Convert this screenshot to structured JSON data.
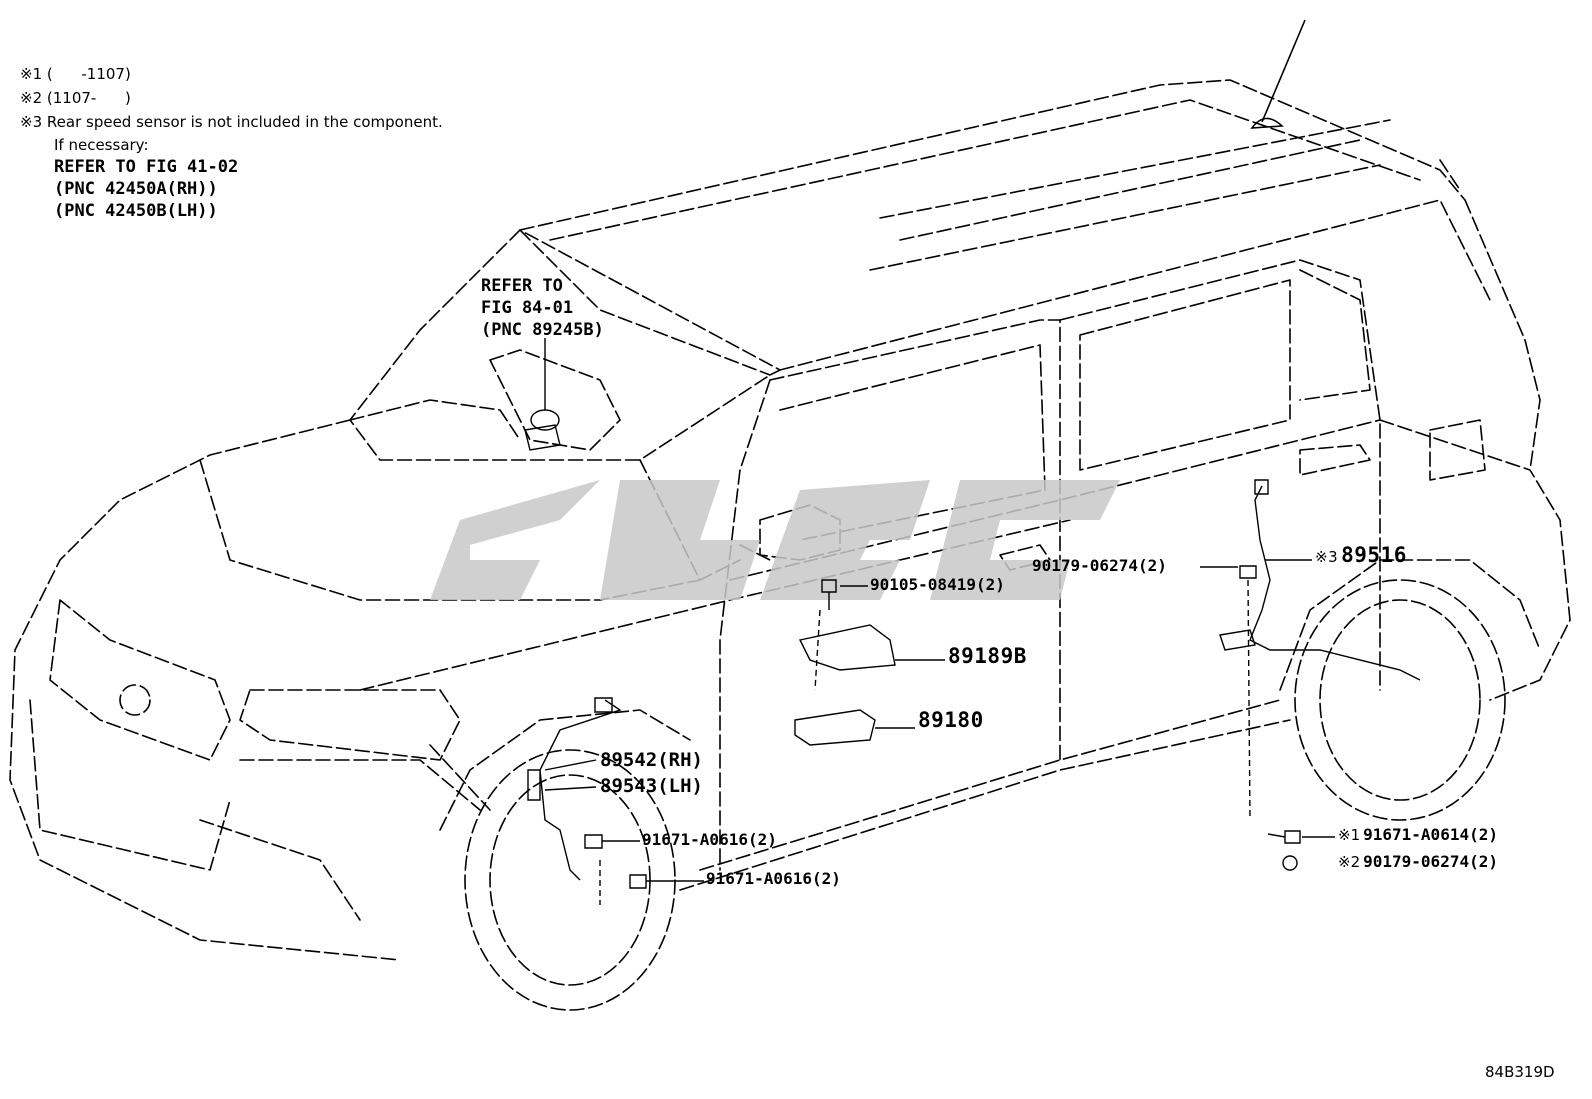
{
  "notes": {
    "n1": {
      "mark": "※1",
      "text": "(      -1107)"
    },
    "n2": {
      "mark": "※2",
      "text": "(1107-      )"
    },
    "n3": {
      "mark": "※3",
      "text": "Rear speed sensor is not included in the component."
    },
    "n3_sub": "If necessary:",
    "refer_lines": [
      "REFER TO FIG 41-02",
      "(PNC 42450A(RH))",
      "(PNC 42450B(LH))"
    ]
  },
  "refer_fig84": [
    "REFER TO",
    "FIG 84-01",
    "(PNC 89245B)"
  ],
  "callouts": {
    "c89516": {
      "mark": "※3",
      "part": "89516"
    },
    "c90179_upper": "90179-06274(2)",
    "c90105": "90105-08419(2)",
    "c89189B": "89189B",
    "c89180": "89180",
    "c89542": "89542(RH)",
    "c89543": "89543(LH)",
    "c91671_a": "91671-A0616(2)",
    "c91671_b": "91671-A0616(2)",
    "c91671_rear": {
      "mark": "※1",
      "part": "91671-A0614(2)"
    },
    "c90179_rear": {
      "mark": "※2",
      "part": "90179-06274(2)"
    }
  },
  "figure_id": "84B319D",
  "colors": {
    "line": "#000000",
    "watermark": "#c8c8c8"
  }
}
